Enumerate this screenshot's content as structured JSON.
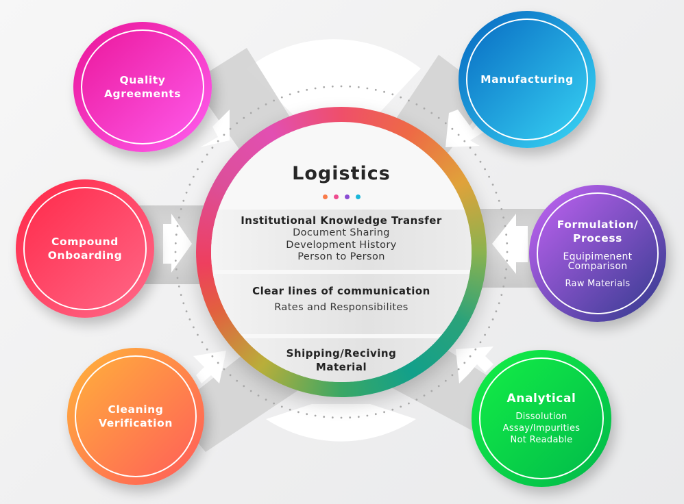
{
  "center": {
    "title": "Logistics",
    "dot_colors": [
      "#f97b4a",
      "#ee4b8f",
      "#8a4dd3",
      "#1bb7d9"
    ],
    "sections": [
      {
        "heading": "Institutional Knowledge Transfer",
        "lines": [
          "Document Sharing",
          "Development History",
          "Person to Person"
        ]
      },
      {
        "heading": "Clear lines of communication",
        "lines": [
          "Rates and Responsibilites"
        ]
      },
      {
        "heading": "Shipping/Reciving\nMaterial",
        "lines": []
      }
    ]
  },
  "nodes": [
    {
      "id": "quality-agreements",
      "title": "Quality\nAgreements",
      "lines": [],
      "color_from": "#ea1497",
      "color_to": "#ff5ef0"
    },
    {
      "id": "manufacturing",
      "title": "Manufacturing",
      "lines": [],
      "color_from": "#0566c0",
      "color_to": "#3ad8f6"
    },
    {
      "id": "compound-onboarding",
      "title": "Compound\nOnboarding",
      "lines": [],
      "color_from": "#ff2747",
      "color_to": "#ff6a8a"
    },
    {
      "id": "formulation-process",
      "title": "Formulation/\nProcess",
      "lines": [
        "Equipimenent",
        "Comparison",
        "Raw Materials"
      ],
      "color_from": "#c564f5",
      "color_to": "#303a8c"
    },
    {
      "id": "cleaning-verification",
      "title": "Cleaning\nVerification",
      "lines": [],
      "color_from": "#ffb43a",
      "color_to": "#ff5a5a"
    },
    {
      "id": "analytical",
      "title": "Analytical",
      "lines": [
        "Dissolution",
        "Assay/Impurities",
        "Not Readable"
      ],
      "color_from": "#14f046",
      "color_to": "#00b84a"
    }
  ]
}
